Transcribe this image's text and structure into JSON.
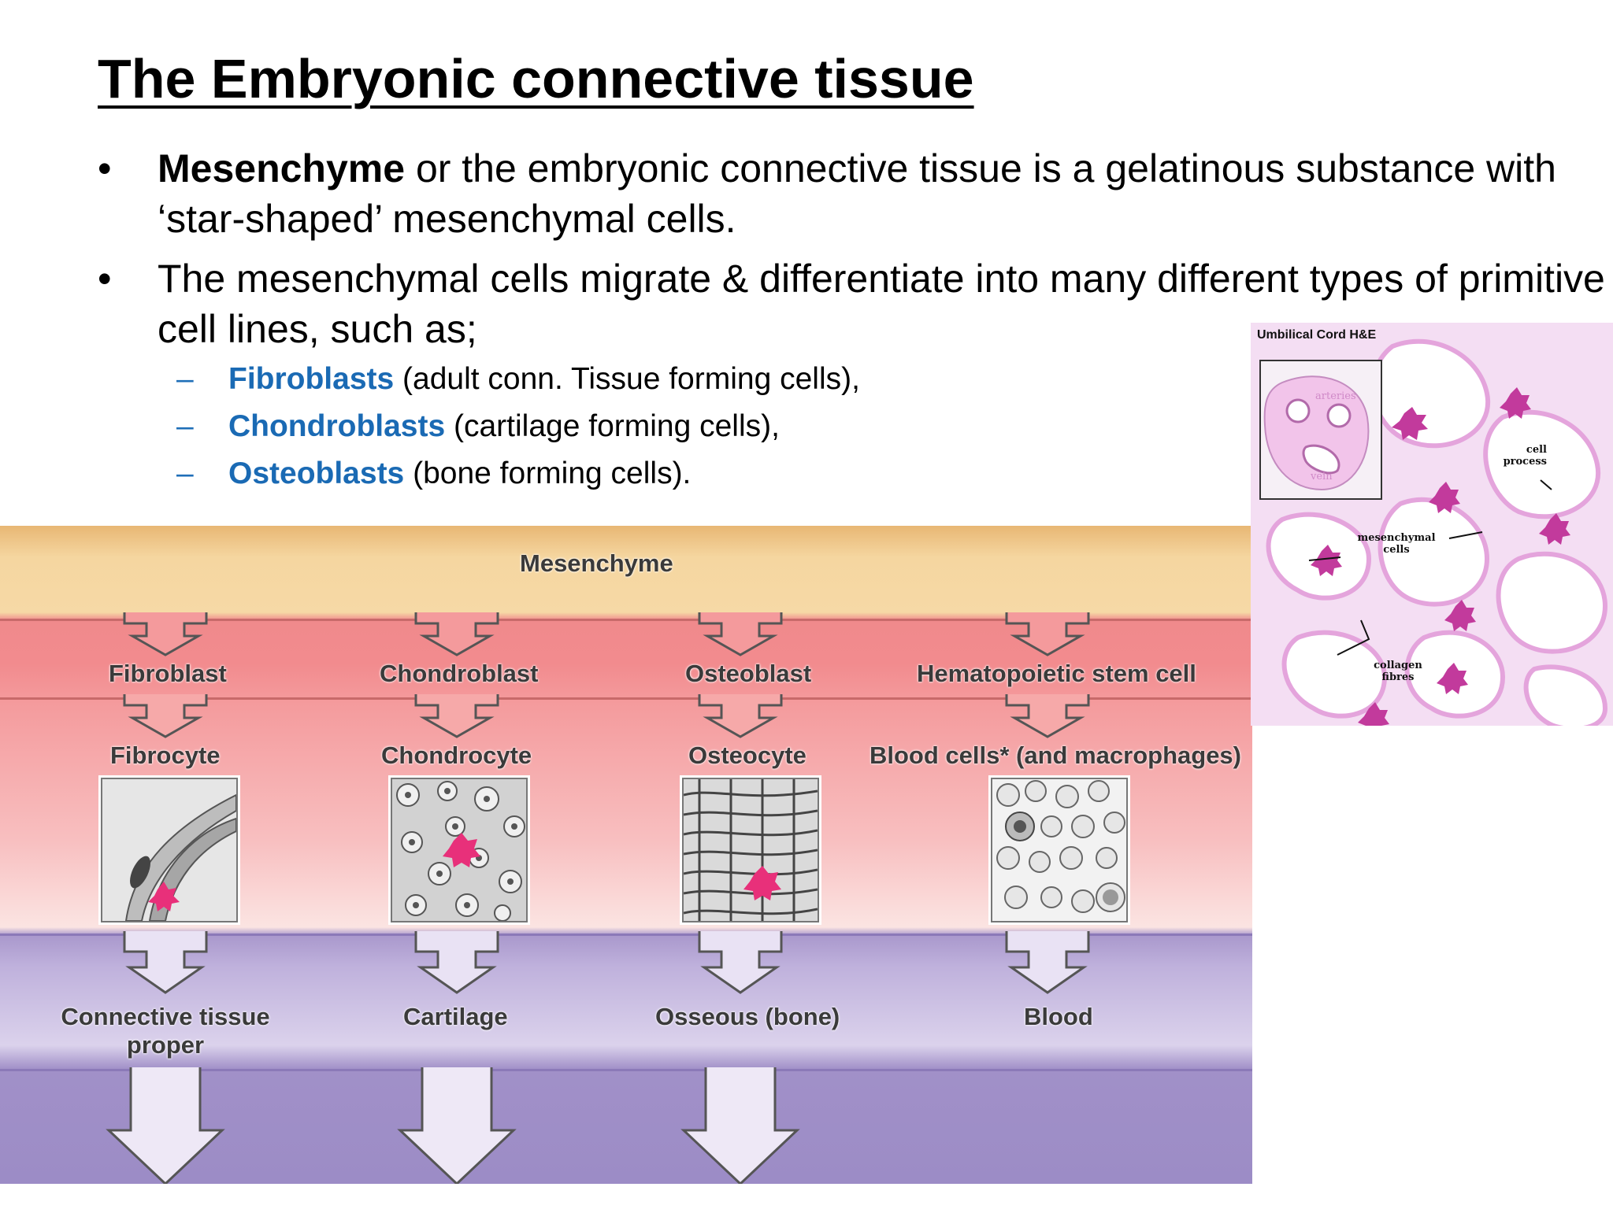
{
  "slide": {
    "title": "The Embryonic connective tissue",
    "bullet_marker": "•",
    "sub_marker": "–",
    "bullets": [
      {
        "bold": "Mesenchyme",
        "text": " or the embryonic connective tissue is a gelatinous substance with ‘star-shaped’ mesenchymal cells."
      },
      {
        "text": "The mesenchymal cells migrate & differentiate into many different types of primitive cell lines, such as;"
      }
    ],
    "sub_items": [
      {
        "term": "Fibroblasts",
        "desc": " (adult conn. Tissue forming cells),"
      },
      {
        "term": "Chondroblasts",
        "desc": " (cartilage forming cells),"
      },
      {
        "term": "Osteoblasts",
        "desc": " (bone forming cells)."
      }
    ]
  },
  "diagram": {
    "top": "Mesenchyme",
    "blasts": [
      "Fibroblast",
      "Chondroblast",
      "Osteoblast",
      "Hematopoietic stem cell"
    ],
    "cytes": [
      "Fibrocyte",
      "Chondrocyte",
      "Osteocyte",
      "Blood cells* (and macrophages)"
    ],
    "tissues": [
      "Connective tissue proper",
      "Cartilage",
      "Osseous (bone)",
      "Blood"
    ]
  },
  "histology": {
    "title": "Umbilical Cord  H&E",
    "labels": {
      "arteries": "arteries",
      "vein": "vein",
      "cell_process": "cell process",
      "mesenchymal_cells": "mesenchymal cells",
      "collagen_fibres": "collagen fibres"
    }
  },
  "colors": {
    "term_blue": "#1a6ab4",
    "mesenchyme_band": "#f5d6a0",
    "cell_band": "#f28b8e",
    "tissue_band": "#a998cc",
    "stain_pink": "#d94fb0"
  }
}
